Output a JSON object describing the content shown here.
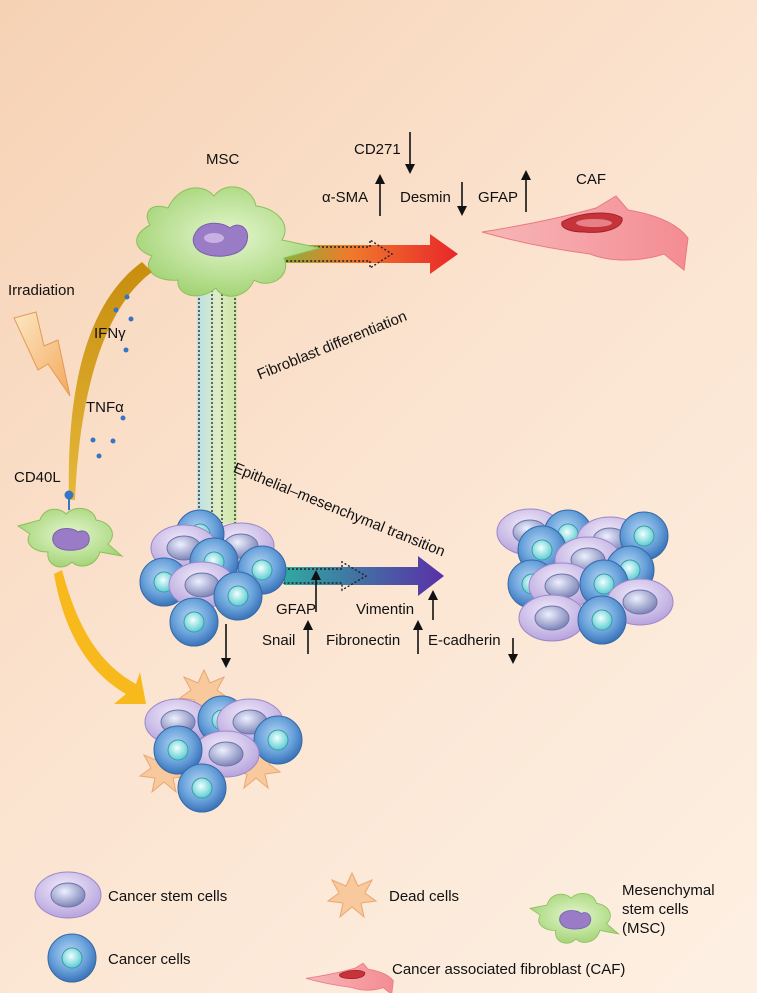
{
  "labels": {
    "msc": "MSC",
    "caf": "CAF",
    "irradiation": "Irradiation",
    "ifn": "IFNγ",
    "tnf": "TNFα",
    "cd40l": "CD40L",
    "fibroblast_differentiation": "Fibroblast differentiation",
    "emt": "Epithelial–mesenchymal transition"
  },
  "markers_top": {
    "cd271": "CD271",
    "asma": "α-SMA",
    "desmin": "Desmin",
    "gfap": "GFAP"
  },
  "markers_bottom": {
    "gfap": "GFAP",
    "snail": "Snail",
    "fibronectin": "Fibronectin",
    "vimentin": "Vimentin",
    "ecadherin": "E-cadherin"
  },
  "legend": {
    "cancer_stem_cells": "Cancer stem cells",
    "cancer_cells": "Cancer cells",
    "dead_cells": "Dead cells",
    "msc_line1": "Mesenchymal",
    "msc_line2": "stem cells",
    "msc_line3": "(MSC)",
    "caf": "Cancer associated fibroblast (CAF)"
  },
  "colors": {
    "msc_green": "#b9df8e",
    "nucleus_purple": "#9a7cc6",
    "caf_pink": "#f7a7a9",
    "cancer_cell_blue": "#5d96d4",
    "stem_cell_lilac": "#cdbce6",
    "dead_cell": "#f7c79a",
    "arrow_red": "#e8262a",
    "arrow_purple": "#5a3aa0",
    "arrow_teal": "#2e9c9c"
  }
}
